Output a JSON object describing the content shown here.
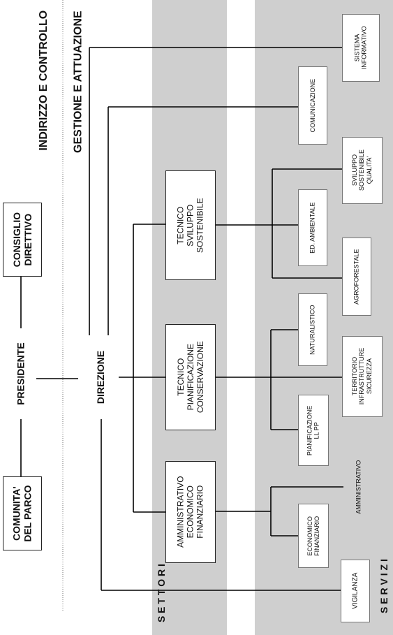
{
  "headers": {
    "indirizzo": "INDIRIZZO E CONTROLLO",
    "gestione": "GESTIONE E ATTUAZIONE"
  },
  "bands": {
    "settori": "S E T T O R I",
    "servizi": "S E R V I Z I"
  },
  "governance": {
    "comunita": "COMUNITA'\nDEL PARCO",
    "presidente": "PRESIDENTE",
    "consiglio": "CONSIGLIO\nDIRETTIVO"
  },
  "direzione": "DIREZIONE",
  "settori": {
    "tecnico_sviluppo": "TECNICO\nSVILUPPO\nSOSTENIBILE",
    "tecnico_pianificazione": "TECNICO\nPIANIFICAZIONE\nCONSERVAZIONE",
    "amministrativo": "AMMINISTRATIVO\nECONOMICO\nFINANZIARIO"
  },
  "servizi": {
    "sistema_informativo": "SISTEMA\nINFORMATIVO",
    "comunicazione": "COMUNICAZIONE",
    "sviluppo_qualita": "SVILUPPO\nSOSTENIBILE\nQUALITA'",
    "ed_ambientale": "ED. AMBIENTALE",
    "agroforestale": "AGROFORESTALE",
    "naturalistico": "NATURALISTICO",
    "territorio": "TERRITORIO\nINFRASTRUTTURE\nSICUREZZA",
    "pianificazione_llpp": "PIANIFICAZIONE\nLL PP",
    "amministrativo": "AMMINISTRATIVO",
    "economico_finanziario": "ECONOMICO\nFINANZIARIO",
    "vigilanza": "VIGILANZA"
  }
}
